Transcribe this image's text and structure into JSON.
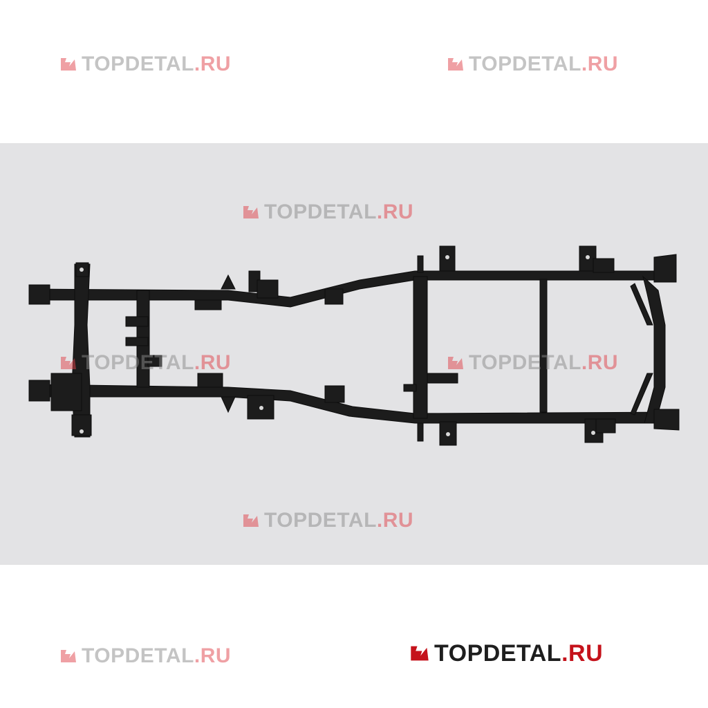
{
  "watermark": {
    "name": "TOPDETAL",
    "suffix": ".RU",
    "colors": {
      "accent": "#c5121b",
      "text": "#1e1e1e",
      "faint_text": "#8a8a8a",
      "faint_accent": "#e0434b"
    },
    "icon": "topdetal-logo-icon"
  },
  "photo": {
    "subject": "vehicle-chassis-frame",
    "colors": {
      "background": "#e3e3e5",
      "frame": "#1a1a1a"
    }
  }
}
